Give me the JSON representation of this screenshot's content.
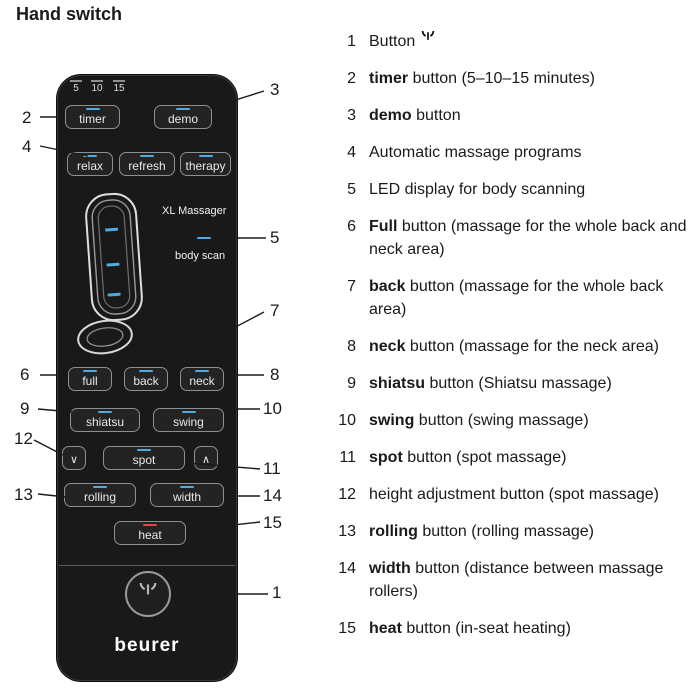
{
  "page": {
    "title": "Hand switch"
  },
  "remote": {
    "timer_ticks": [
      "5",
      "10",
      "15"
    ],
    "buttons": {
      "timer": "timer",
      "demo": "demo",
      "relax": "relax",
      "refresh": "refresh",
      "therapy": "therapy",
      "full": "full",
      "back": "back",
      "neck": "neck",
      "shiatsu": "shiatsu",
      "swing": "swing",
      "down": "∨",
      "spot": "spot",
      "up": "∧",
      "rolling": "rolling",
      "width": "width",
      "heat": "heat"
    },
    "display": {
      "line1": "XL Massager",
      "line2": "body scan"
    },
    "brand": "beurer",
    "colors": {
      "led_blue": "#4fabdf",
      "led_red": "#e04848",
      "body": "#191919"
    }
  },
  "callouts": [
    "1",
    "2",
    "3",
    "4",
    "5",
    "6",
    "7",
    "8",
    "9",
    "10",
    "11",
    "12",
    "13",
    "14",
    "15"
  ],
  "legend": {
    "items": [
      {
        "num": "1",
        "pre": "Button ",
        "bold": "",
        "post": ""
      },
      {
        "num": "2",
        "pre": "",
        "bold": "timer",
        "post": " button (5–10–15 minutes)"
      },
      {
        "num": "3",
        "pre": "",
        "bold": "demo",
        "post": " button"
      },
      {
        "num": "4",
        "pre": "Automatic massage programs",
        "bold": "",
        "post": ""
      },
      {
        "num": "5",
        "pre": "LED display for body scanning",
        "bold": "",
        "post": ""
      },
      {
        "num": "6",
        "pre": "",
        "bold": "Full",
        "post": " button (massage for the whole back and neck area)"
      },
      {
        "num": "7",
        "pre": "",
        "bold": "back",
        "post": " button (massage for the whole back area)"
      },
      {
        "num": "8",
        "pre": "",
        "bold": "neck",
        "post": " button (massage for the neck area)"
      },
      {
        "num": "9",
        "pre": "",
        "bold": "shiatsu",
        "post": " button (Shiatsu massage)"
      },
      {
        "num": "10",
        "pre": "",
        "bold": "swing",
        "post": " button (swing massage)"
      },
      {
        "num": "11",
        "pre": "",
        "bold": "spot",
        "post": " button (spot massage)"
      },
      {
        "num": "12",
        "pre": "height adjustment button (spot massage)",
        "bold": "",
        "post": ""
      },
      {
        "num": "13",
        "pre": "",
        "bold": "rolling",
        "post": " button (rolling massage)"
      },
      {
        "num": "14",
        "pre": "",
        "bold": "width",
        "post": " button (distance between massage rollers)"
      },
      {
        "num": "15",
        "pre": "",
        "bold": "heat",
        "post": " button (in-seat heating)"
      }
    ]
  }
}
